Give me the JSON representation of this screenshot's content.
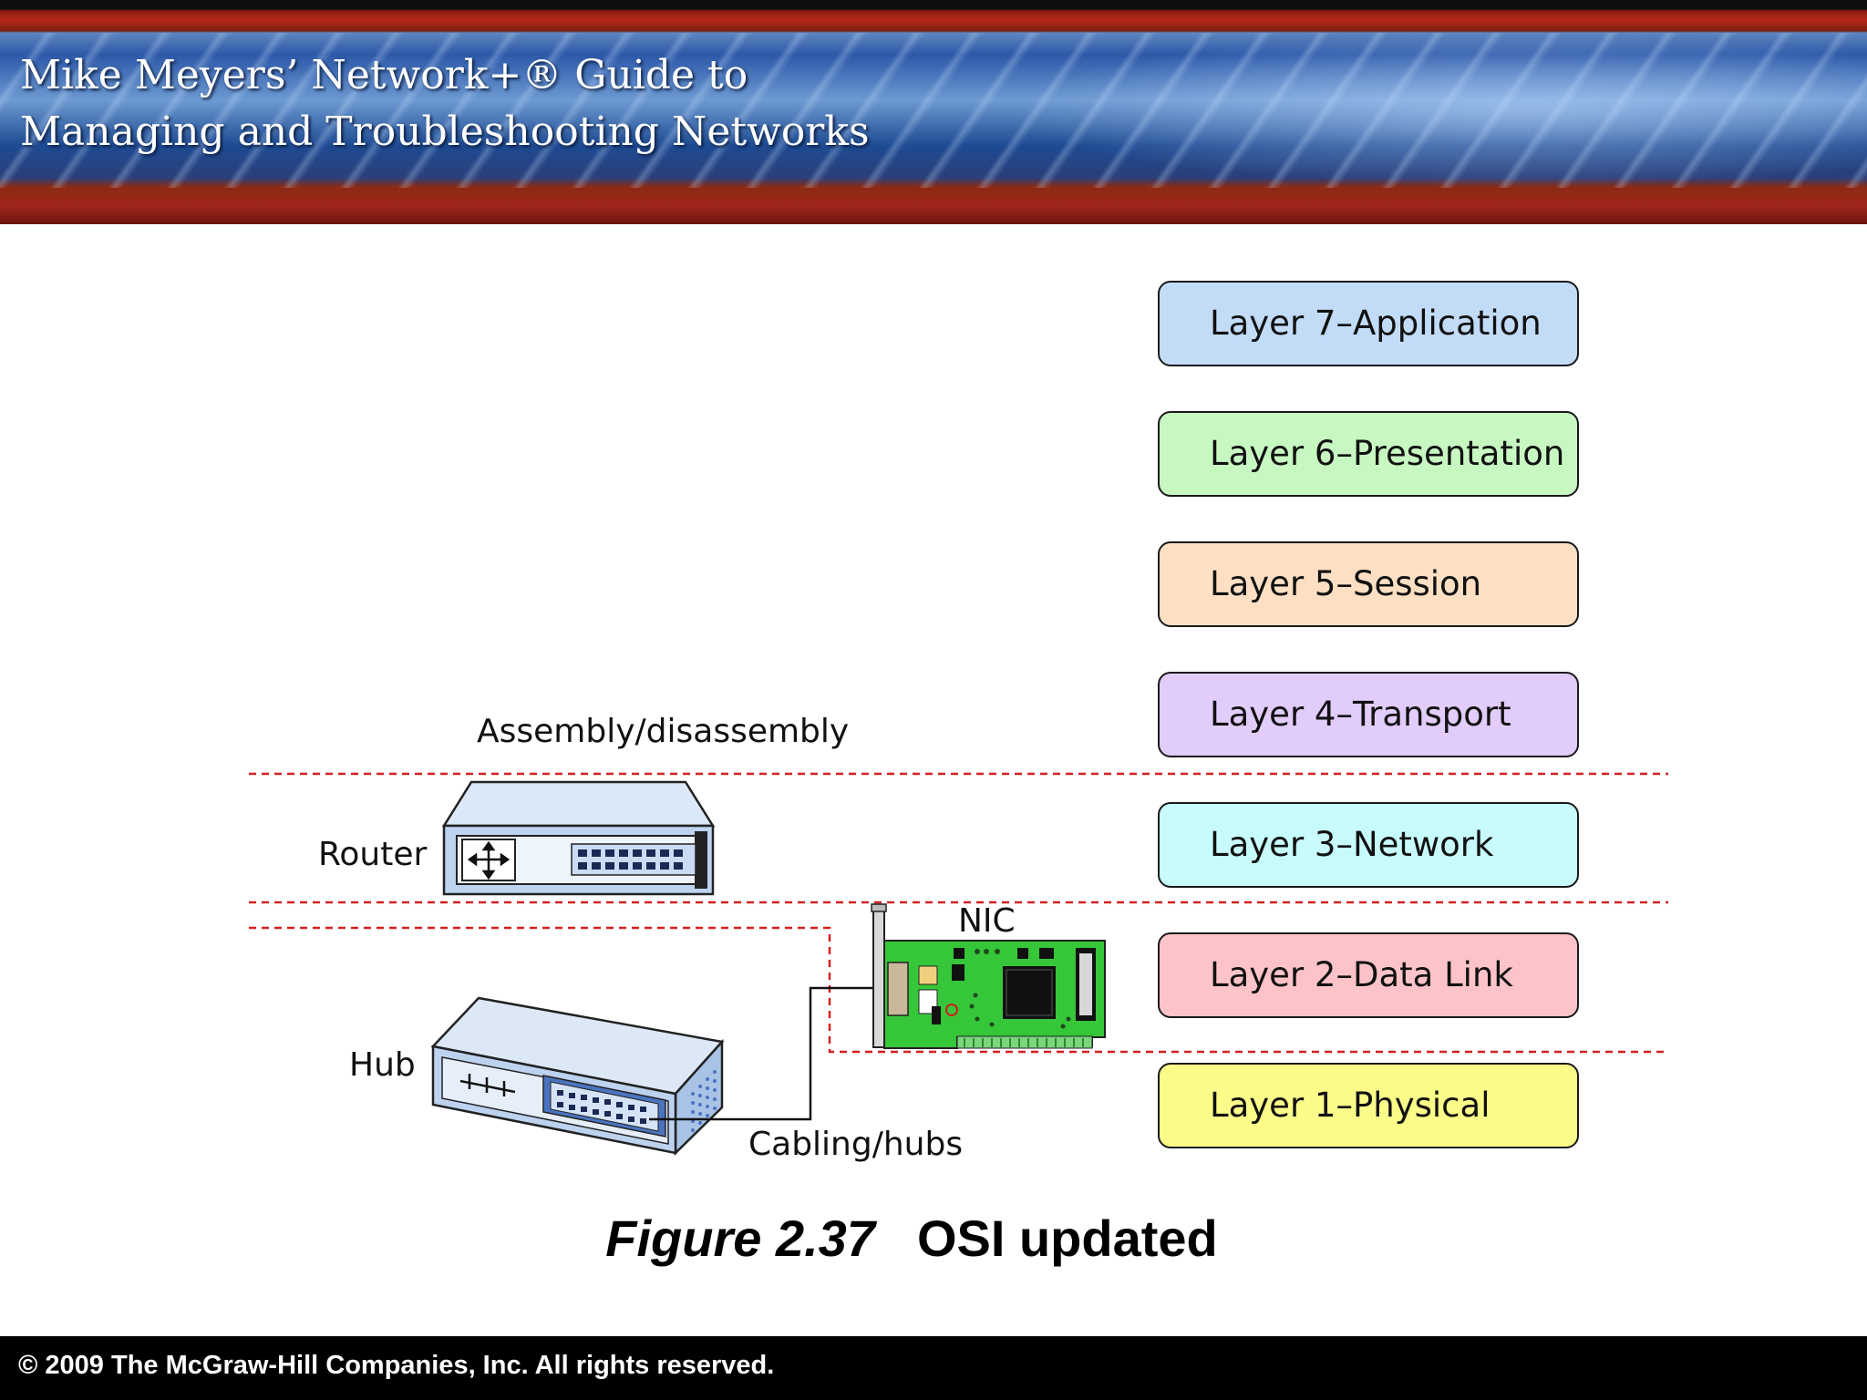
{
  "header": {
    "line1": "Mike Meyers’ Network+® Guide to",
    "line2": "Managing and Troubleshooting Networks"
  },
  "layers": [
    {
      "label": "Layer 7–Application",
      "color": "#c2dcf8"
    },
    {
      "label": "Layer 6–Presentation",
      "color": "#c8f8c2"
    },
    {
      "label": "Layer 5–Session",
      "color": "#fde0c4"
    },
    {
      "label": "Layer 4–Transport",
      "color": "#e2ccfa"
    },
    {
      "label": "Layer 3–Network",
      "color": "#c8fbfb"
    },
    {
      "label": "Layer 2–Data Link",
      "color": "#fcc4c8"
    },
    {
      "label": "Layer 1–Physical",
      "color": "#fbfb8a"
    }
  ],
  "diagram": {
    "assembly_label": "Assembly/disassembly",
    "router_label": "Router",
    "nic_label": "NIC",
    "hub_label": "Hub",
    "cabling_label": "Cabling/hubs",
    "divider_color": "#d42020"
  },
  "caption": {
    "figure": "Figure 2.37",
    "title": "OSI updated"
  },
  "footer": {
    "copyright": "© 2009 The McGraw-Hill Companies, Inc. All rights reserved."
  }
}
